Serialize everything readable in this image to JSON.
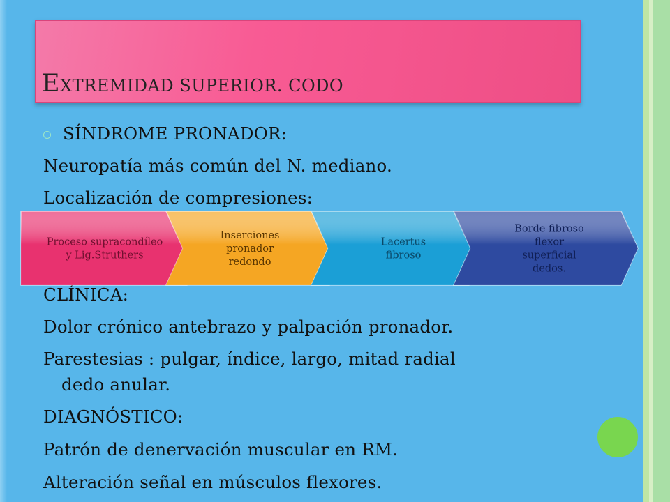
{
  "slide": {
    "title": {
      "first_letter": "E",
      "rest": "XTREMIDAD SUPERIOR. CODO"
    },
    "lines": {
      "heading1": "SÍNDROME PRONADOR:",
      "definition": "Neuropatía más común del N. mediano.",
      "location_label": "Localización de compresiones:",
      "clinic_heading": "CLÍNICA:",
      "clinic_1": "Dolor crónico antebrazo y palpación pronador.",
      "clinic_2a": "Parestesias : pulgar, índice, largo, mitad radial",
      "clinic_2b": "dedo anular.",
      "diag_heading": "DIAGNÓSTICO:",
      "diag_1": "Patrón de denervación muscular en RM.",
      "diag_2": "Alteración señal en músculos flexores."
    },
    "process_steps": [
      {
        "lines": [
          "Proceso supracondíleo",
          "y Lig.Struthers"
        ],
        "color": "#e8326f",
        "text_color": "#6e0f2e"
      },
      {
        "lines": [
          "Inserciones",
          "pronador",
          "redondo"
        ],
        "color": "#f5a623",
        "text_color": "#5a3600"
      },
      {
        "lines": [
          "Lacertus",
          "fibroso"
        ],
        "color": "#1b9fd6",
        "text_color": "#0a4766"
      },
      {
        "lines": [
          "Borde fibroso",
          "flexor",
          "superficial",
          "dedos."
        ],
        "color": "#2e4aa0",
        "text_color": "#101f55"
      }
    ],
    "colors": {
      "background": "#57b6ea",
      "title_box": "#f85b94",
      "accent_dot": "#79d64f",
      "stripe": "#a9dfa6"
    }
  }
}
